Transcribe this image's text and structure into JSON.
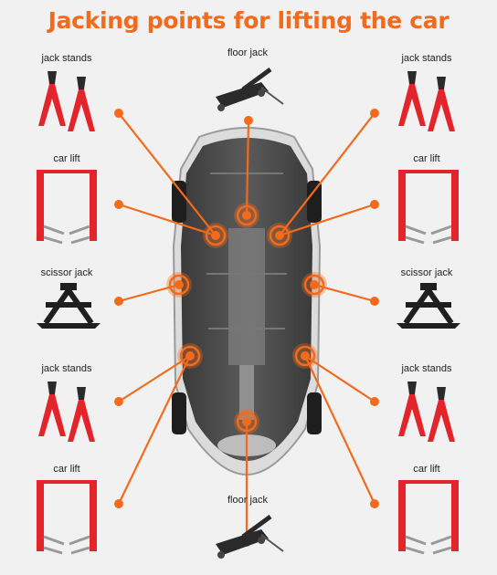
{
  "title": "Jacking points for lifting the car",
  "colors": {
    "accent": "#f26a1b",
    "equipment_red": "#e3242b",
    "background": "#f1f1f1"
  },
  "tools": {
    "top_center": "floor jack",
    "left_1": "jack stands",
    "left_2": "car lift",
    "left_3": "scissor jack",
    "left_4": "jack stands",
    "left_5": "car lift",
    "right_1": "jack stands",
    "right_2": "car lift",
    "right_3": "scissor jack",
    "right_4": "jack stands",
    "right_5": "car lift",
    "bottom_center": "floor jack"
  }
}
